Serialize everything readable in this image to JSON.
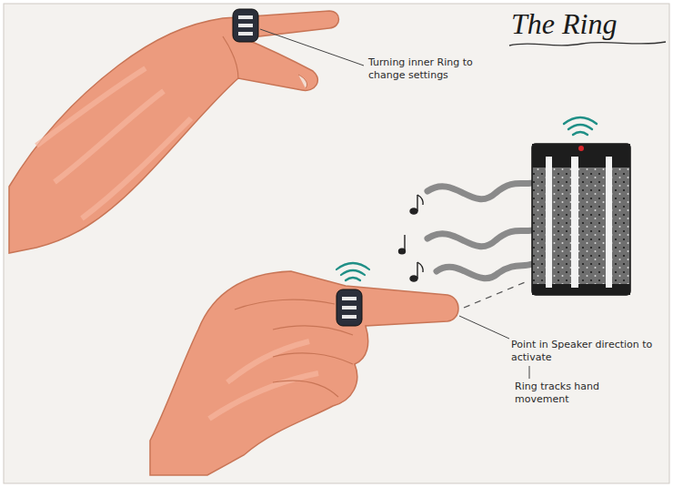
{
  "diagram": {
    "title": "The Ring",
    "labels": [
      "Turning inner Ring to change settings",
      "Point in Speaker direction to activate",
      "Ring tracks hand movement"
    ]
  }
}
